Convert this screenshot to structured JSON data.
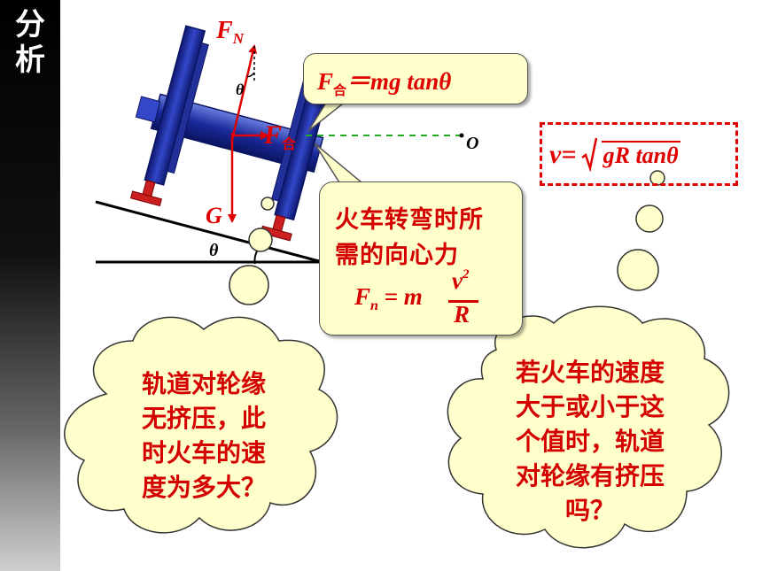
{
  "sidebar": {
    "title_chars": [
      "分",
      "析"
    ]
  },
  "labels": {
    "fn": "F",
    "fn_sub": "N",
    "theta": "θ",
    "fhe": "F",
    "fhe_sub": "合",
    "g": "G",
    "o": "O"
  },
  "resultant_formula": {
    "f": "F",
    "sub": "合",
    "rest": "＝mg tanθ"
  },
  "centripetal": {
    "line1": "火车转弯时所",
    "line2": "需的向心力",
    "lhs": "F",
    "lhs_sub": "n",
    "eq": " = m ",
    "num": "v",
    "num_sup": "2",
    "den": "R"
  },
  "velocity": {
    "lhs": "v=",
    "radicand": "gR tanθ"
  },
  "cloud_left": {
    "lines": [
      "轨道对轮缘",
      "无挤压，此",
      "时火车的速",
      "度为多大？"
    ]
  },
  "cloud_right": {
    "lines": [
      "若火车的速度",
      "大于或小于这",
      "个值时，轨道",
      "对轮缘有挤压",
      "吗？"
    ]
  },
  "colors": {
    "red": "#e00000",
    "note_bg": "#ffffcc",
    "wheel_blue": "#1a2a9a",
    "force_arrow": "#e00000",
    "dashed_line": "#22aa22"
  }
}
